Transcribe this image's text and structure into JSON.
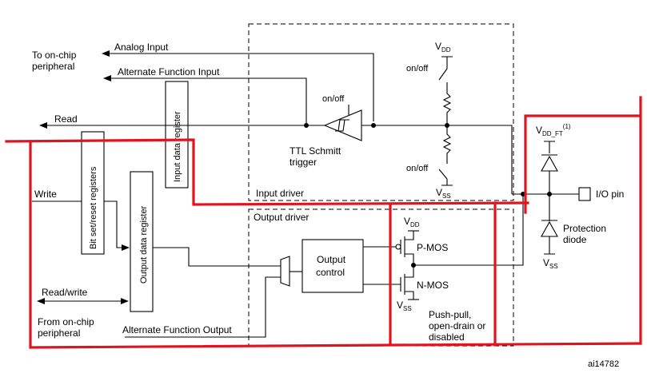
{
  "labels": {
    "to_onchip_line1": "To on-chip",
    "to_onchip_line2": "peripheral",
    "analog_input": "Analog Input",
    "alt_func_input": "Alternate Function Input",
    "read": "Read",
    "write": "Write",
    "read_write": "Read/write",
    "from_onchip_line1": "From on-chip",
    "from_onchip_line2": "peripheral",
    "alt_func_output": "Alternate Function Output",
    "input_data_register": "Input data register",
    "bit_set_reset_registers": "Bit set/reset registers",
    "output_data_register": "Output data register",
    "schmitt_onoff": "on/off",
    "schmitt_line1": "TTL Schmitt",
    "schmitt_line2": "trigger",
    "input_driver": "Input driver",
    "output_driver": "Output driver",
    "output_control_line1": "Output",
    "output_control_line2": "control",
    "vdd_main": "V",
    "vdd_main_sub": "DD",
    "vss_main": "V",
    "vss_main_sub": "SS",
    "pullup_onoff": "on/off",
    "pulldown_onoff": "on/off",
    "vdd_pmos": "V",
    "vdd_pmos_sub": "DD",
    "pmos": "P-MOS",
    "nmos": "N-MOS",
    "vss_nmos": "V",
    "vss_nmos_sub": "SS",
    "push_pull_line1": "Push-pull,",
    "push_pull_line2": "open-drain or",
    "push_pull_line3": "disabled",
    "vdd_ft": "V",
    "vdd_ft_sub": "DD_FT",
    "vdd_ft_note": "(1)",
    "io_pin": "I/O pin",
    "protection_line1": "Protection",
    "protection_line2": "diode",
    "vss_prot": "V",
    "vss_prot_sub": "SS",
    "figure_id": "ai14782"
  },
  "colors": {
    "annotation_red": "#e0141e",
    "line": "#000000",
    "background": "#ffffff"
  }
}
